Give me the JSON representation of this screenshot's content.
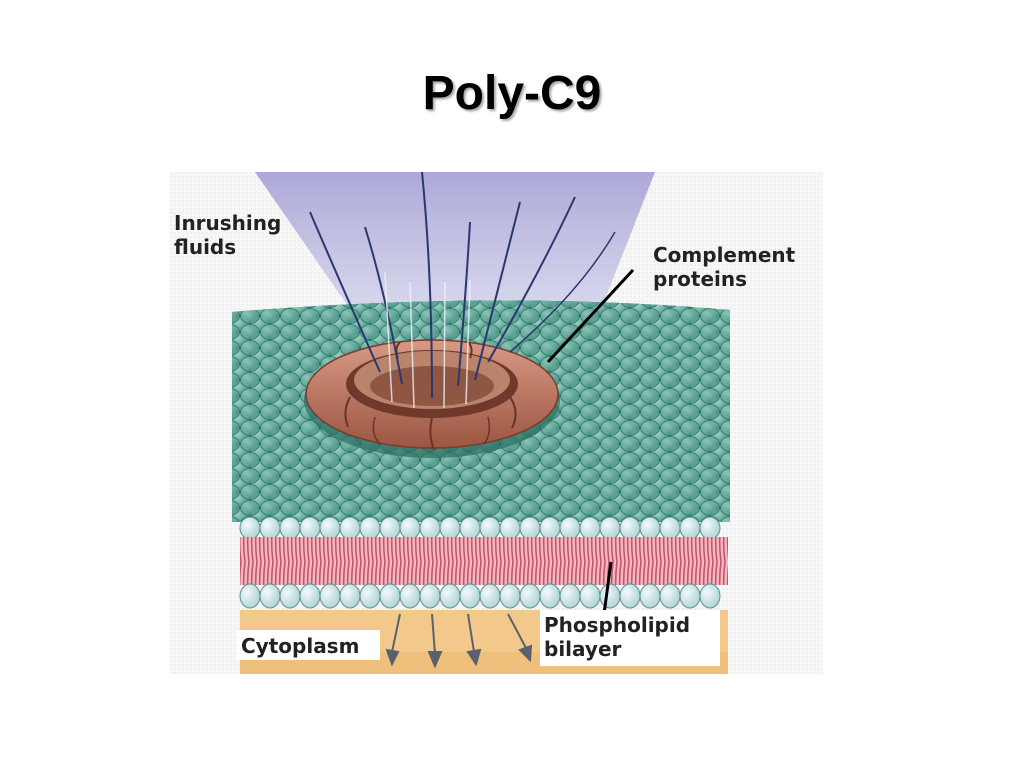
{
  "slide": {
    "title": "Poly-C9"
  },
  "figure": {
    "labels": {
      "inrushing_line1": "Inrushing",
      "inrushing_line2": "fluids",
      "complement_line1": "Complement",
      "complement_line2": "proteins",
      "phospholipid_line1": "Phospholipid",
      "phospholipid_line2": "bilayer",
      "cytoplasm": "Cytoplasm"
    },
    "colors": {
      "outer_heads": "#3e9484",
      "heads_light": "#cfe6e6",
      "tails": "#e6889a",
      "pore": "#b06a55",
      "cytoplasm": "#f2c98a",
      "fluid": "#b8b4d8"
    }
  }
}
